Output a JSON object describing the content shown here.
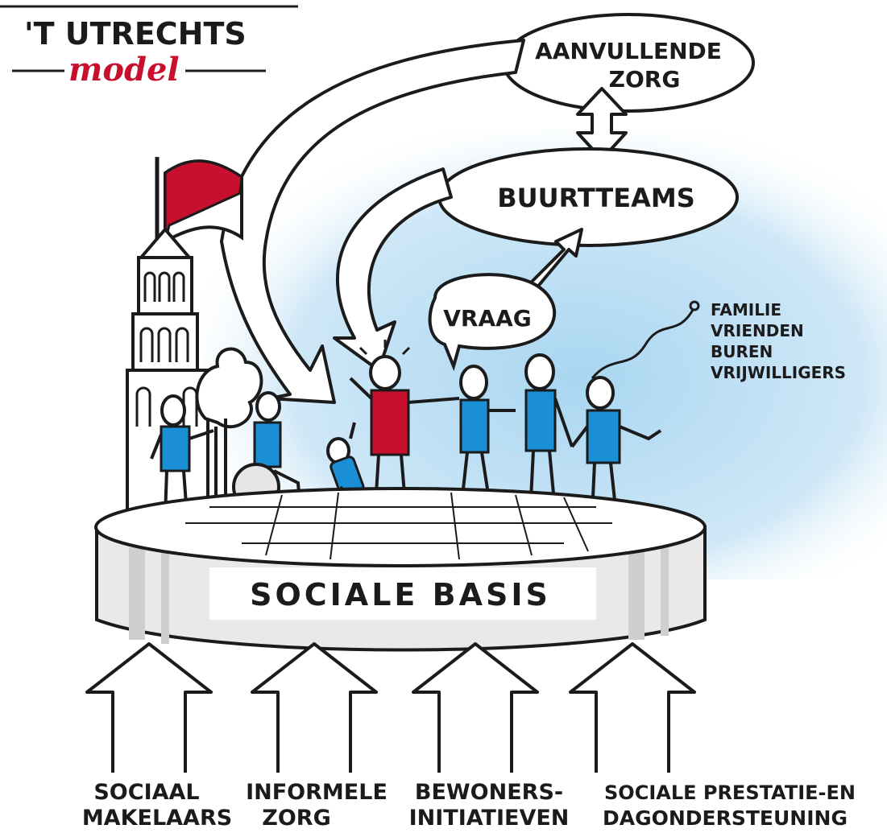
{
  "header": {
    "title": "'T UTRECHTS",
    "subtitle": "model"
  },
  "bubbles": {
    "aanvullende_line1": "AANVULLENDE",
    "aanvullende_line2": "ZORG",
    "buurtteams": "BUURTTEAMS",
    "vraag": "VRAAG"
  },
  "network": [
    "FAMILIE",
    "VRIENDEN",
    "BUREN",
    "VRIJWILLIGERS"
  ],
  "platform": {
    "label": "SOCIALE BASIS"
  },
  "pillars": [
    {
      "line1": "SOCIAAL",
      "line2": "MAKELAARS"
    },
    {
      "line1": "INFORMELE",
      "line2": "ZORG"
    },
    {
      "line1": "BEWONERS-",
      "line2": "INITIATIEVEN"
    },
    {
      "line1": "SOCIALE PRESTATIE-EN",
      "line2": "DAGONDERSTEUNING"
    }
  ],
  "colors": {
    "accent_red": "#c8102e",
    "person_blue": "#1a8fd6",
    "sky_blue": "#bfe0f4",
    "ink": "#1b1b1b"
  }
}
